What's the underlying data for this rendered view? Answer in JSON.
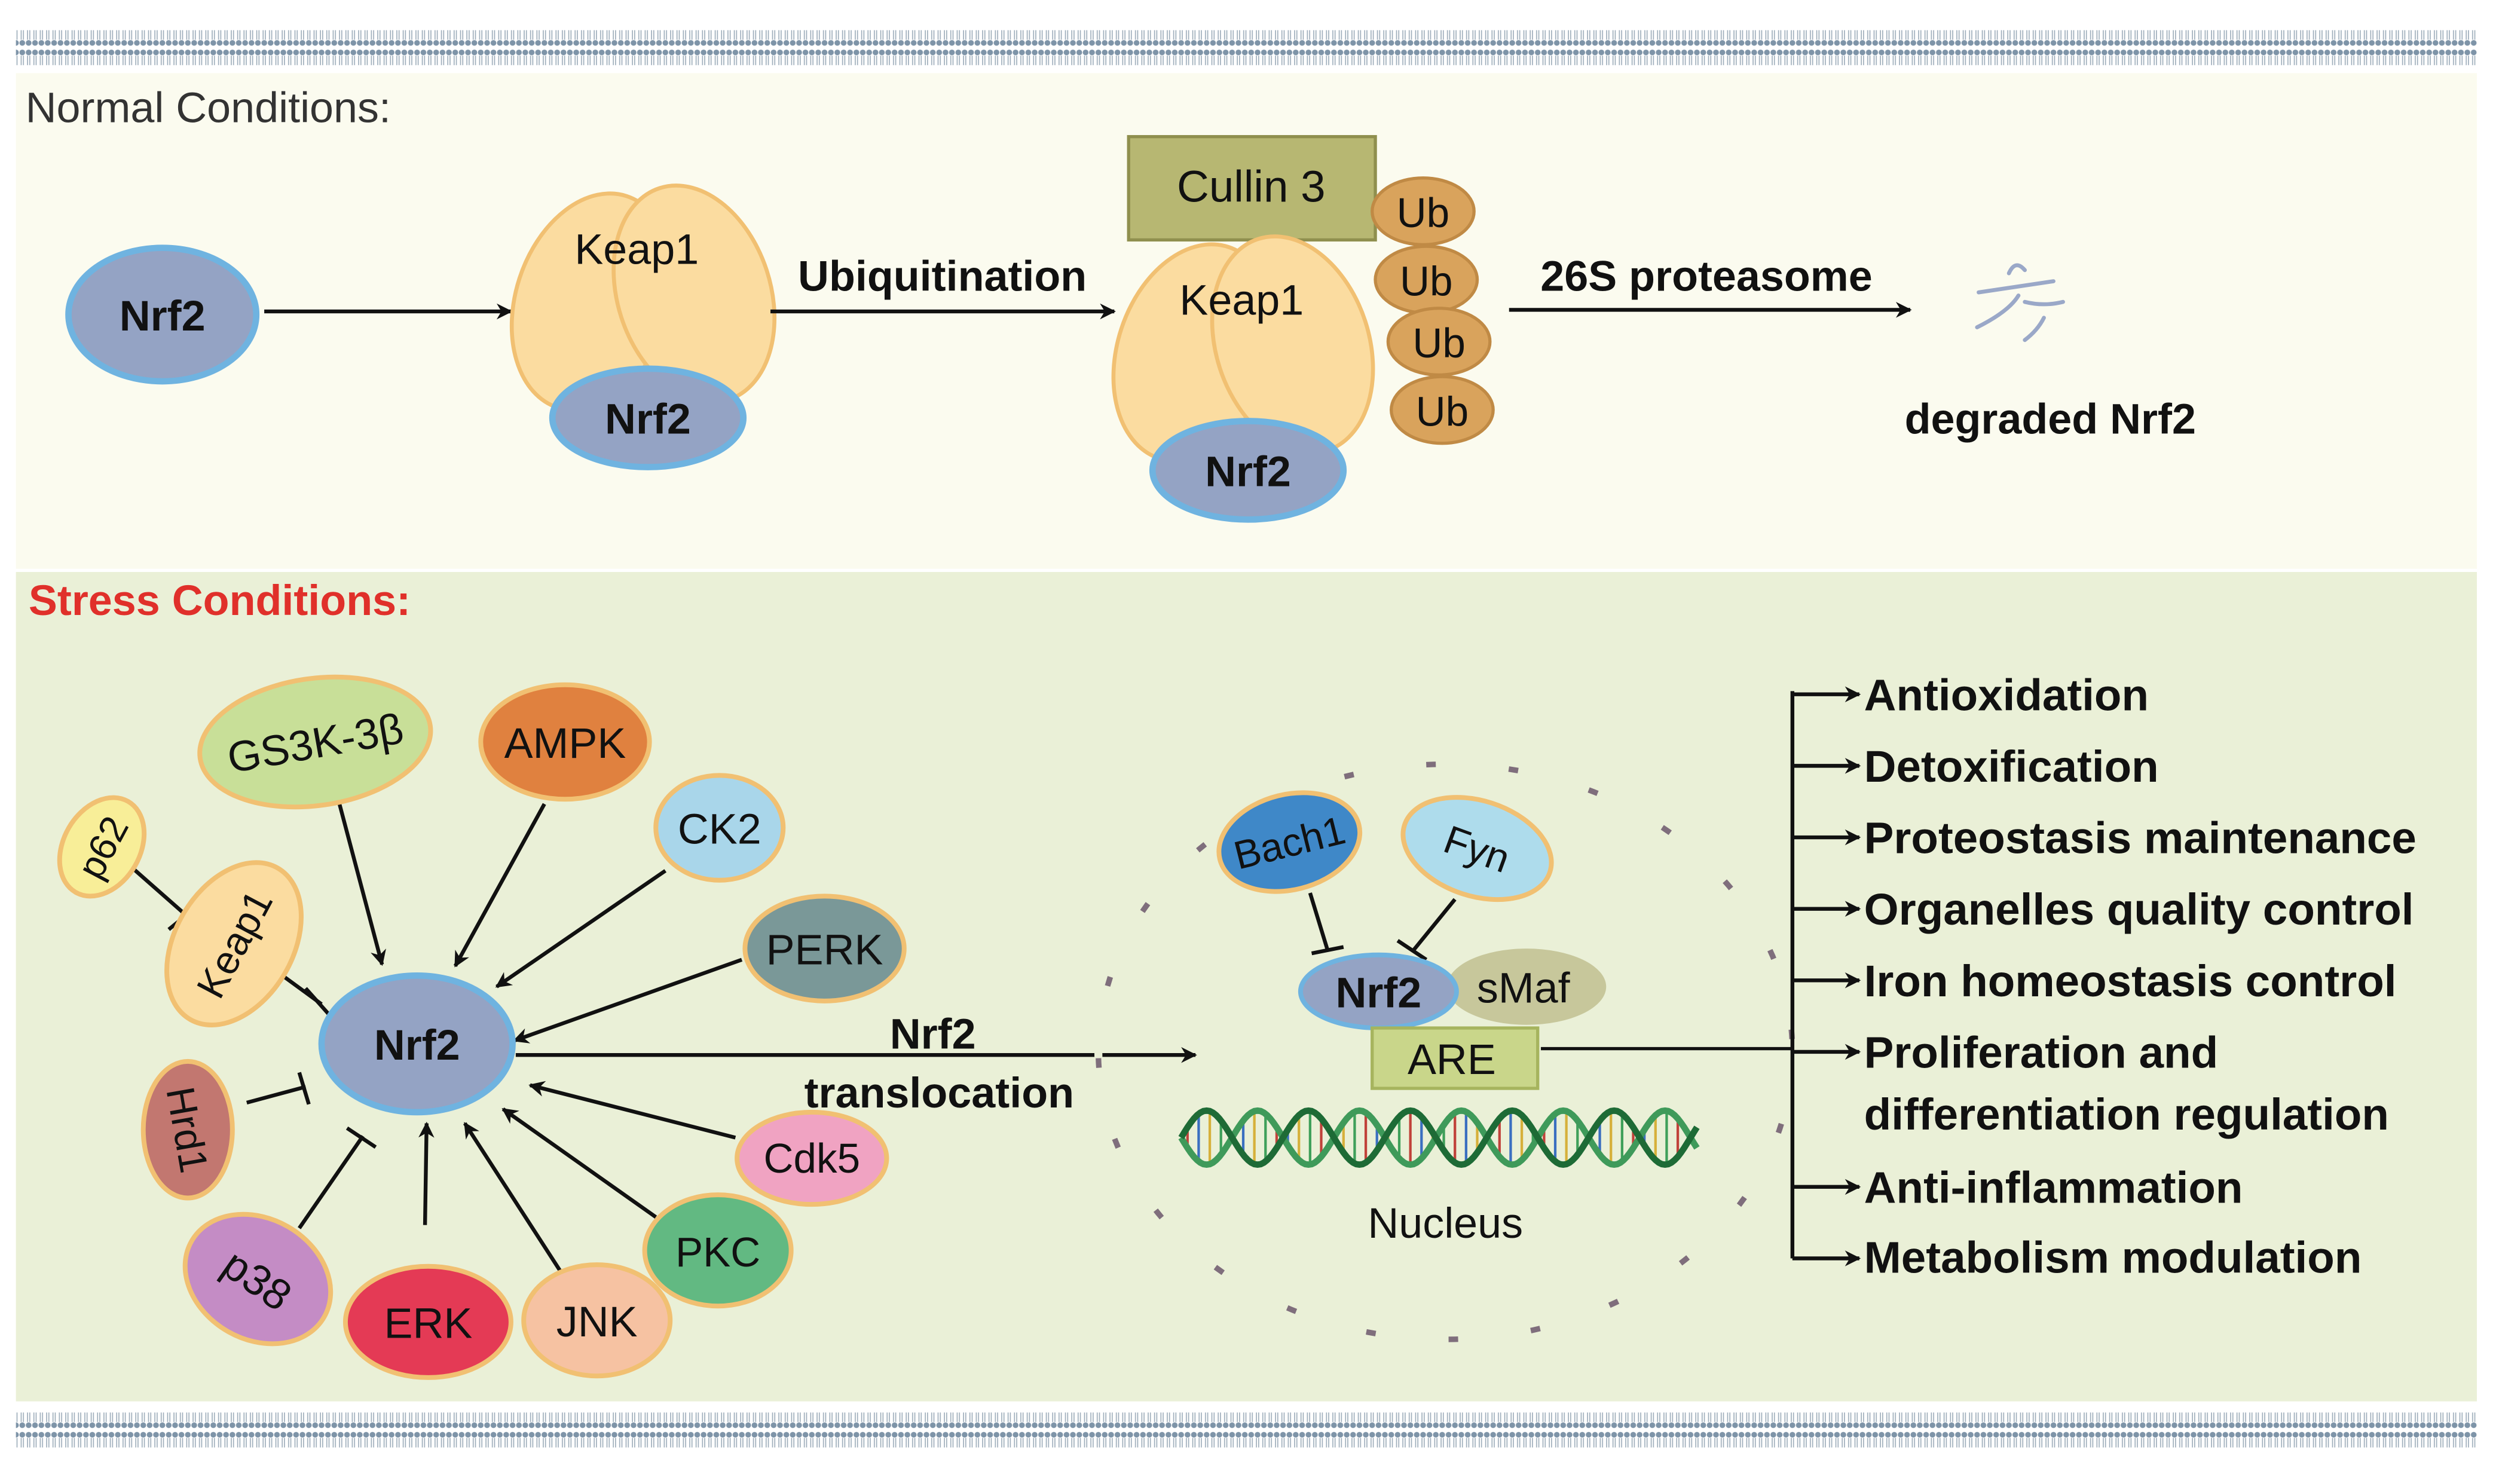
{
  "normal": {
    "title": "Normal Conditions:",
    "nrf2_free": "Nrf2",
    "keap1_a": "Keap1",
    "nrf2_a": "Nrf2",
    "ubiquitination": "Ubiquitination",
    "cullin3": "Cullin 3",
    "keap1_b": "Keap1",
    "nrf2_b": "Nrf2",
    "ub": [
      "Ub",
      "Ub",
      "Ub",
      "Ub"
    ],
    "proteasome": "26S proteasome",
    "degraded": "degraded Nrf2"
  },
  "stress": {
    "title": "Stress Conditions:",
    "nrf2_center": "Nrf2",
    "regulators": {
      "gsk3b": "GS3K-3β",
      "ampk": "AMPK",
      "ck2": "CK2",
      "perk": "PERK",
      "cdk5": "Cdk5",
      "pkc": "PKC",
      "jnk": "JNK",
      "erk": "ERK",
      "p38": "p38",
      "hrd1": "Hrd1",
      "keap1": "Keap1",
      "p62": "p62"
    },
    "translocation": [
      "Nrf2",
      "translocation"
    ],
    "nucleus": {
      "bach1": "Bach1",
      "fyn": "Fyn",
      "nrf2": "Nrf2",
      "smaf": "sMaf",
      "are": "ARE",
      "label": "Nucleus"
    },
    "outcomes": [
      "Antioxidation",
      "Detoxification",
      "Proteostasis maintenance",
      "Organelles quality control",
      "Iron homeostasis control",
      "Proliferation and",
      "differentiation regulation",
      "Anti-inflammation",
      "Metabolism modulation"
    ]
  },
  "colors": {
    "normal_bg": "#fbfbef",
    "stress_bg": "#eaf0d7",
    "nrf2": "#94a3c4",
    "nrf2_border": "#6fb3e0",
    "keap1": "#fbdca0",
    "keap1_border": "#f1c072",
    "cullin": "#b7b772",
    "ub": "#d9a35c",
    "stress_title": "#e0302a",
    "gsk3b": "#c8df98",
    "ampk": "#e0813f",
    "ck2": "#a9d6ea",
    "perk": "#7a9898",
    "cdk5": "#f0a3c2",
    "pkc": "#62b982",
    "jnk": "#f6c2a2",
    "erk": "#e43a55",
    "p38": "#c48cc5",
    "hrd1": "#c27770",
    "p62": "#f8ee98",
    "bach1": "#3f88c8",
    "fyn": "#aedcec",
    "smaf": "#c7c79b",
    "are": "#c9d68a"
  }
}
